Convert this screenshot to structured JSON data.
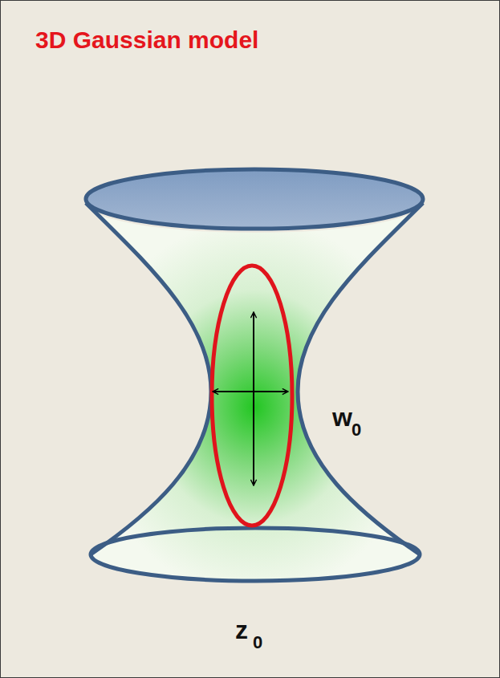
{
  "diagram": {
    "title": "3D Gaussian model",
    "labels": [
      "w",
      "0",
      "z",
      "0"
    ]
  }
}
